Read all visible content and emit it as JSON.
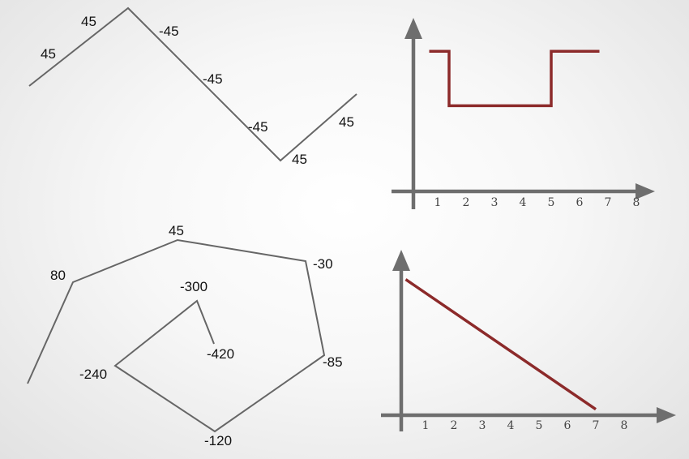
{
  "diagrams": {
    "zigzag": {
      "labels": [
        "45",
        "45",
        "-45",
        "-45",
        "-45",
        "45",
        "45"
      ]
    },
    "spiral": {
      "labels": [
        "80",
        "45",
        "-30",
        "-85",
        "-120",
        "-240",
        "-300",
        "-420"
      ]
    }
  },
  "chart_data": [
    {
      "type": "line",
      "title": "",
      "xlabel": "",
      "ylabel": "",
      "x_ticks": [
        "1",
        "2",
        "3",
        "4",
        "5",
        "6",
        "7",
        "8"
      ],
      "xlim": [
        0,
        8
      ],
      "ylim": [
        0,
        4
      ],
      "step": true,
      "series": [
        {
          "x": [
            0.7,
            1.4,
            1.4,
            5.0,
            5.0,
            6.7
          ],
          "y": [
            3.6,
            3.6,
            2.2,
            2.2,
            3.6,
            3.6
          ]
        }
      ],
      "line_color": "#8c2a2a",
      "axis_color": "#6e6e6e",
      "grid": false
    },
    {
      "type": "line",
      "title": "",
      "xlabel": "",
      "ylabel": "",
      "x_ticks": [
        "1",
        "2",
        "3",
        "4",
        "5",
        "6",
        "7",
        "8"
      ],
      "xlim": [
        0,
        8
      ],
      "ylim": [
        0,
        5
      ],
      "series": [
        {
          "x": [
            0.3,
            7.0
          ],
          "y": [
            4.6,
            0.2
          ]
        }
      ],
      "line_color": "#8c2a2a",
      "axis_color": "#6e6e6e",
      "grid": false
    }
  ]
}
